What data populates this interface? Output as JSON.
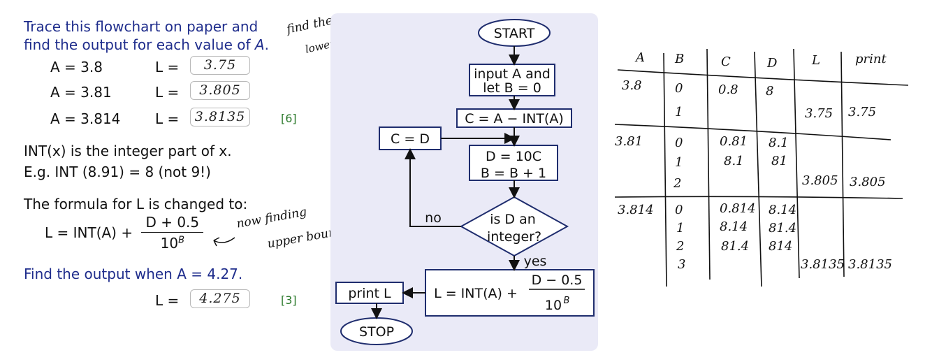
{
  "question": {
    "intro_line1": "Trace this flowchart on paper and",
    "intro_line2_prefix": "find the output for each value of ",
    "intro_var": "A",
    "intro_line2_suffix": ".",
    "rows": [
      {
        "a_label": "A = 3.8",
        "l_label": "L =",
        "answer": "3.75"
      },
      {
        "a_label": "A = 3.81",
        "l_label": "L =",
        "answer": "3.805"
      },
      {
        "a_label": "A = 3.814",
        "l_label": "L =",
        "answer": "3.8135"
      }
    ],
    "marks_1": "[6]",
    "int_def_1": "INT(x) is the integer part of x.",
    "int_def_2": "E.g. INT (8.91) = 8 (not 9!)",
    "formula_intro": "The formula for L is changed to:",
    "formula_lhs": "L = INT(A) +",
    "formula_num": "D + 0.5",
    "formula_den": "10",
    "formula_den_exp": "B",
    "find_prompt": "Find the output when A = 4.27.",
    "final_l_label": "L =",
    "final_answer": "4.275",
    "marks_2": "[3]"
  },
  "handwritten_notes": {
    "note1_line1": "find the",
    "note1_line2": "lower bound",
    "note2_line1": "now finding",
    "note2_line2": "upper bound"
  },
  "flowchart": {
    "start": "START",
    "input_line1": "input A and",
    "input_line2": "let B = 0",
    "c_assign": "C = A − INT(A)",
    "c_eq_d": "C = D",
    "d_line1": "D = 10C",
    "d_line2": "B = B + 1",
    "decision_line1": "is D an",
    "decision_line2": "integer?",
    "no_label": "no",
    "yes_label": "yes",
    "l_formula_lhs": "L = INT(A) +",
    "l_formula_num": "D − 0.5",
    "l_formula_den": "10",
    "l_formula_exp": "B",
    "print": "print L",
    "stop": "STOP"
  },
  "trace_table": {
    "headers": [
      "A",
      "B",
      "C",
      "D",
      "L",
      "print"
    ],
    "cells": {
      "a1": "3.8",
      "b1_0": "0",
      "c1_0": "0.8",
      "d1_0": "8",
      "b1_1": "1",
      "l1": "3.75",
      "p1": "3.75",
      "a2": "3.81",
      "b2_0": "0",
      "c2_0": "0.81",
      "d2_0": "8.1",
      "b2_1": "1",
      "c2_1": "8.1",
      "d2_1": "81",
      "b2_2": "2",
      "l2": "3.805",
      "p2": "3.805",
      "a3": "3.814",
      "b3_0": "0",
      "c3_0": "0.814",
      "d3_0": "8.14",
      "b3_1": "1",
      "c3_1": "8.14",
      "d3_1": "81.4",
      "b3_2": "2",
      "c3_2": "81.4",
      "d3_2": "814",
      "b3_3": "3",
      "l3": "3.8135",
      "p3": "3.8135"
    }
  }
}
